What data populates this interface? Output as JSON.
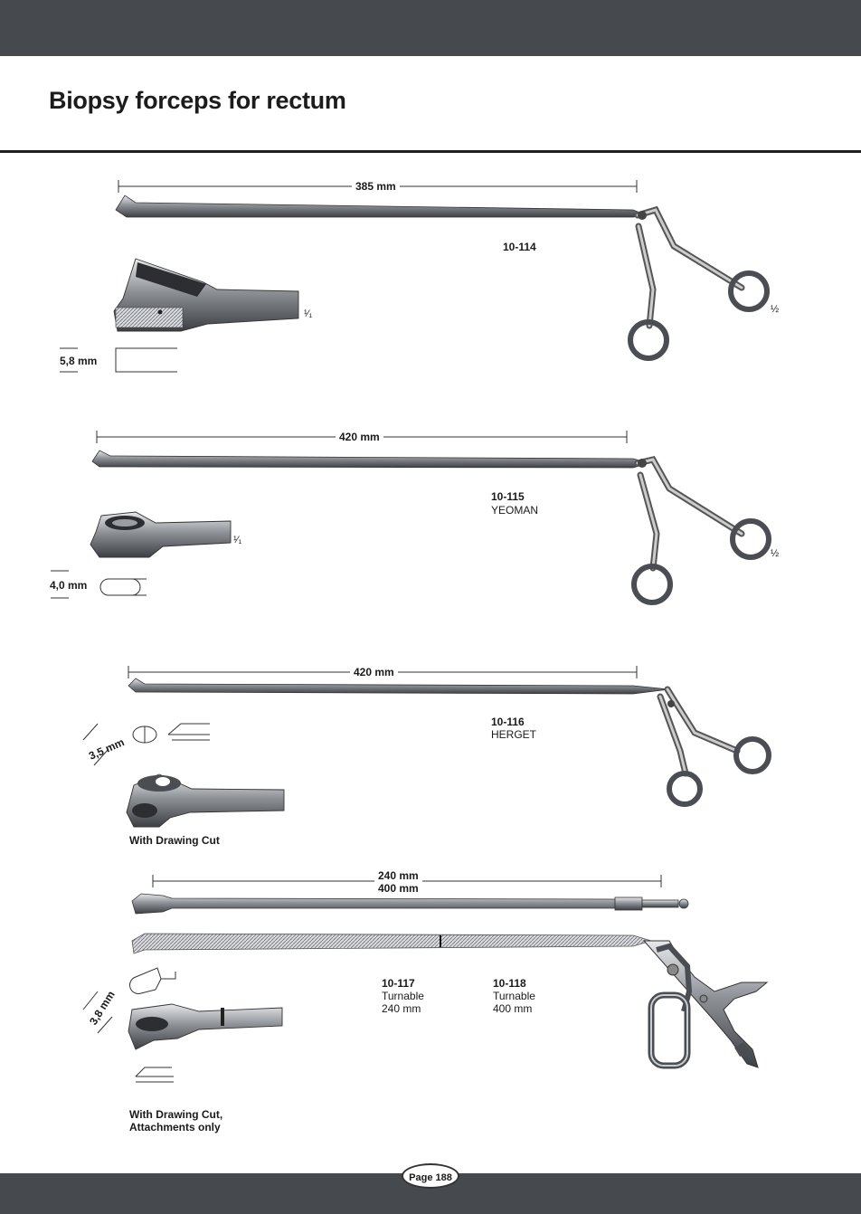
{
  "header": {
    "title": "Biopsy forceps for rectum"
  },
  "footer": {
    "page_label": "Page 188"
  },
  "items": [
    {
      "length": "385 mm",
      "code": "10-114",
      "tip_width": "5,8 mm",
      "scale_tip": "¹⁄₁",
      "scale_instrument": "½"
    },
    {
      "length": "420 mm",
      "code": "10-115",
      "name": "YEOMAN",
      "tip_width": "4,0 mm",
      "scale_tip": "¹⁄₁",
      "scale_instrument": "½"
    },
    {
      "length": "420 mm",
      "code": "10-116",
      "name": "HERGET",
      "tip_width": "3,5 mm",
      "caption": "With Drawing Cut"
    },
    {
      "length_a": "240 mm",
      "length_b": "400 mm",
      "tip_width": "3,8 mm",
      "caption_line1": "With Drawing Cut,",
      "caption_line2": "Attachments only",
      "variant_a": {
        "code": "10-117",
        "desc": "Turnable",
        "length": "240 mm"
      },
      "variant_b": {
        "code": "10-118",
        "desc": "Turnable",
        "length": "400 mm"
      }
    }
  ],
  "colors": {
    "band": "#464a4f",
    "steel": "#6d7177",
    "steel_light": "#c9ccd0"
  }
}
